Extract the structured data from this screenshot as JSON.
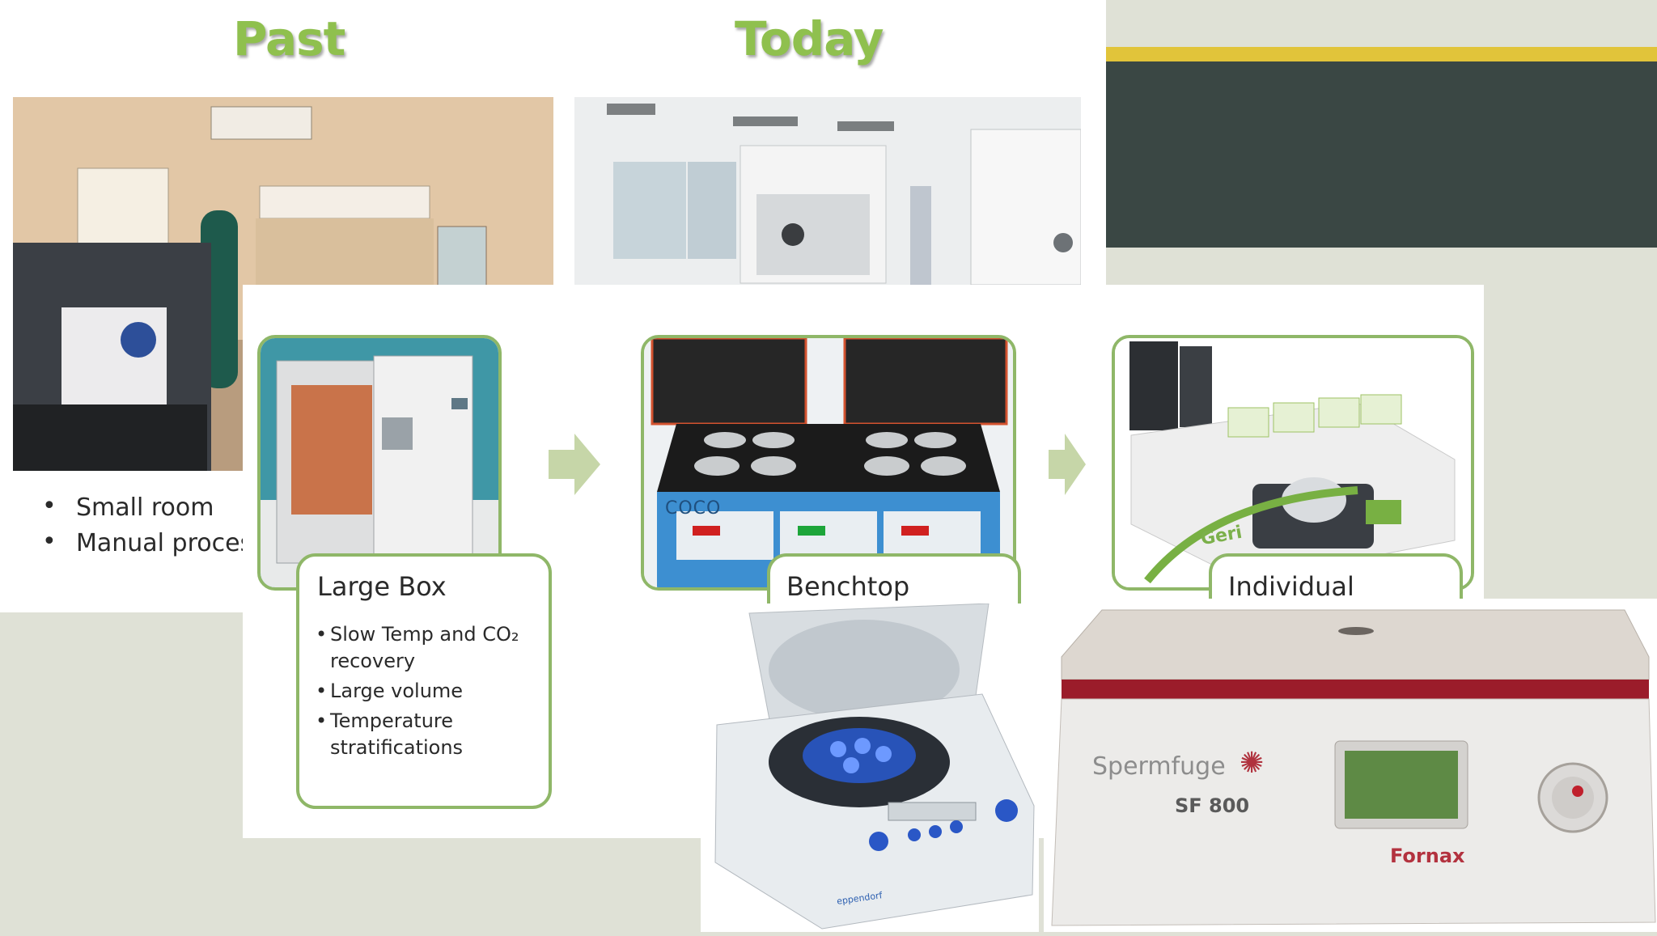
{
  "titles": {
    "past": "Past",
    "today": "Today"
  },
  "past_bullets": [
    "Small room",
    "Manual proces"
  ],
  "incubators": [
    {
      "label": "Large Box",
      "bullets": [
        "Slow Temp and CO₂ recovery",
        "Large volume",
        "Temperature stratifications"
      ]
    },
    {
      "label": "Benchtop"
    },
    {
      "label": "Individual"
    }
  ],
  "product_labels": {
    "geri_logo": "Geri",
    "coco_logo": "COCO",
    "eppendorf_brand": "eppendorf",
    "spermfuge_brand": "Spermfuge",
    "spermfuge_model": "SF 800",
    "fornax_brand": "Fornax"
  },
  "colors": {
    "accent_green": "#8fc04e",
    "frame_green": "#8fb768",
    "chalkboard": "#3a4744",
    "stripe_yellow": "#e1c43a",
    "background": "#dfe1d6"
  }
}
